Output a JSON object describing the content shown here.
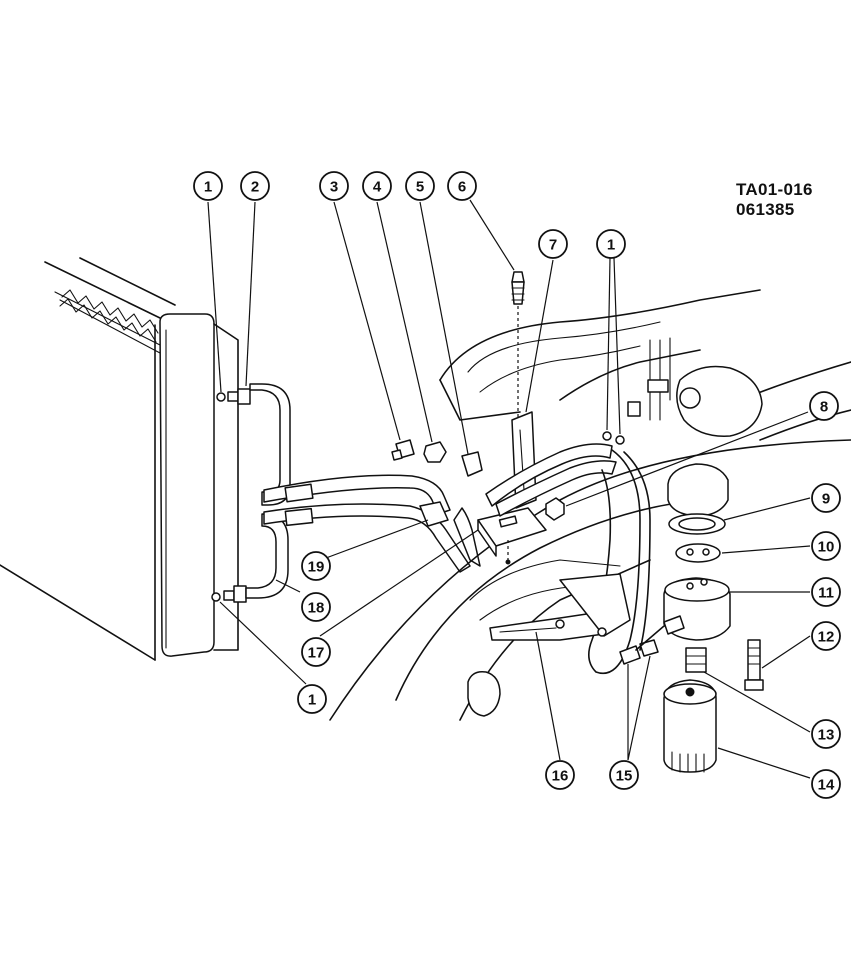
{
  "diagram": {
    "code_line1": "TA01-016",
    "code_line2": "061385",
    "callouts": [
      "1",
      "2",
      "3",
      "4",
      "5",
      "6",
      "7",
      "1",
      "8",
      "9",
      "10",
      "11",
      "12",
      "13",
      "14",
      "15",
      "16",
      "17",
      "18",
      "19",
      "1"
    ]
  }
}
